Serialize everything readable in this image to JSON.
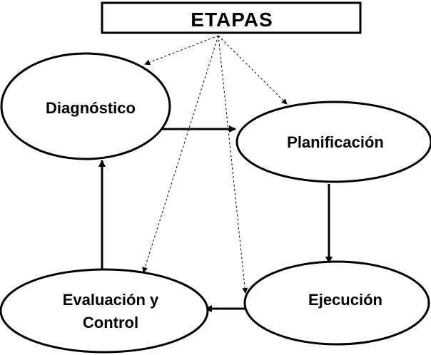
{
  "title": "ETAPAS",
  "nodes": {
    "diagnostico": "Diagnóstico",
    "planificacion": "Planificación",
    "ejecucion": "Ejecución",
    "evaluacion_line1": "Evaluación y",
    "evaluacion_line2": "Control"
  },
  "edges": [
    {
      "from": "Diagnóstico",
      "to": "Planificación",
      "style": "solid"
    },
    {
      "from": "Planificación",
      "to": "Ejecución",
      "style": "solid"
    },
    {
      "from": "Ejecución",
      "to": "Evaluación y Control",
      "style": "solid"
    },
    {
      "from": "Evaluación y Control",
      "to": "Diagnóstico",
      "style": "solid"
    },
    {
      "from": "ETAPAS",
      "to": "Diagnóstico",
      "style": "dashed"
    },
    {
      "from": "ETAPAS",
      "to": "Planificación",
      "style": "dashed"
    },
    {
      "from": "ETAPAS",
      "to": "Ejecución",
      "style": "dashed"
    },
    {
      "from": "ETAPAS",
      "to": "Evaluación y Control",
      "style": "dashed"
    }
  ],
  "colors": {
    "stroke": "#000000",
    "background": "#ffffff"
  }
}
